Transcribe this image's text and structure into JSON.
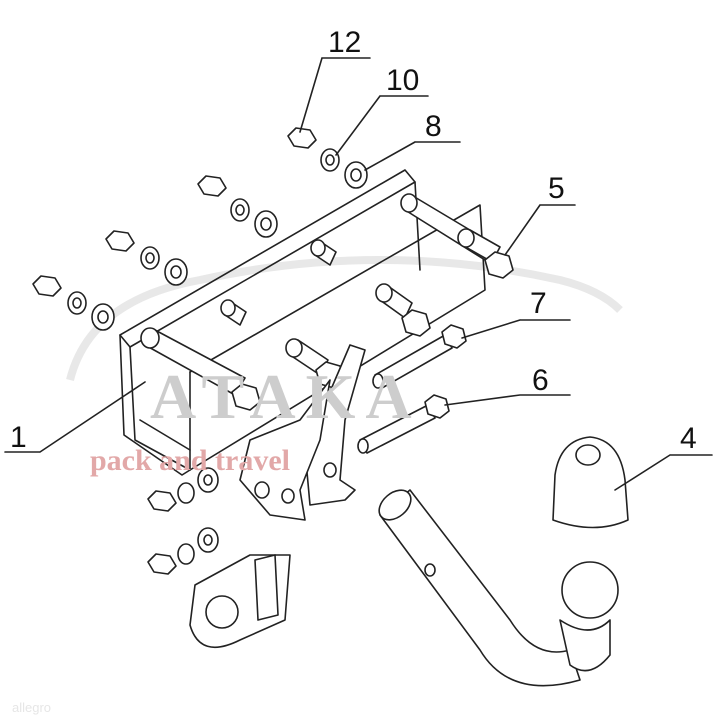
{
  "diagram": {
    "callouts": [
      {
        "id": "12",
        "label": "12"
      },
      {
        "id": "10",
        "label": "10"
      },
      {
        "id": "8",
        "label": "8"
      },
      {
        "id": "5",
        "label": "5"
      },
      {
        "id": "7",
        "label": "7"
      },
      {
        "id": "6",
        "label": "6"
      },
      {
        "id": "1",
        "label": "1"
      },
      {
        "id": "4",
        "label": "4"
      }
    ],
    "watermark": {
      "brand": "ATAKA",
      "tagline": "pack and travel"
    },
    "corner_logo": "allegro"
  }
}
